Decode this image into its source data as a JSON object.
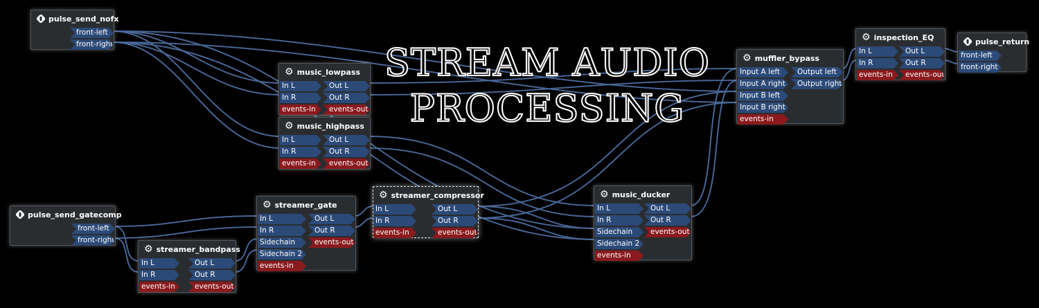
{
  "banner": {
    "line1": "STREAM AUDIO",
    "line2": "PROCESSING"
  },
  "colors": {
    "audio_port": "#2c4a78",
    "event_port": "#8a1a1e",
    "wire": "#4a6a9c",
    "node_bg": "#2a2d30",
    "background": "#000000"
  },
  "nodes": {
    "pulse_send_nofx": {
      "title": "pulse_send_nofx",
      "icon": "plug-icon",
      "out1": "front-left",
      "out2": "front-right"
    },
    "pulse_send_gatecomp": {
      "title": "pulse_send_gatecomp",
      "icon": "plug-icon",
      "out1": "front-left",
      "out2": "front-right"
    },
    "music_lowpass": {
      "title": "music_lowpass",
      "icon": "gear-icon",
      "in1": "In L",
      "in2": "In R",
      "out1": "Out L",
      "out2": "Out R",
      "ev_in": "events-in",
      "ev_out": "events-out"
    },
    "music_highpass": {
      "title": "music_highpass",
      "icon": "gear-icon",
      "in1": "In L",
      "in2": "In R",
      "out1": "Out L",
      "out2": "Out R",
      "ev_in": "events-in",
      "ev_out": "events-out"
    },
    "streamer_gate": {
      "title": "streamer_gate",
      "icon": "gear-icon",
      "in1": "In L",
      "in2": "In R",
      "in3": "Sidechain",
      "in4": "Sidechain 2",
      "out1": "Out L",
      "out2": "Out R",
      "ev_in": "events-in",
      "ev_out": "events-out"
    },
    "streamer_bandpass": {
      "title": "streamer_bandpass",
      "icon": "gear-icon",
      "in1": "In L",
      "in2": "In R",
      "out1": "Out L",
      "out2": "Out R",
      "ev_in": "events-in",
      "ev_out": "events-out"
    },
    "streamer_compressor": {
      "title": "streamer_compressor",
      "icon": "gear-icon",
      "in1": "In L",
      "in2": "In R",
      "out1": "Out L",
      "out2": "Out R",
      "ev_in": "events-in",
      "ev_out": "events-out"
    },
    "music_ducker": {
      "title": "music_ducker",
      "icon": "gear-icon",
      "in1": "In L",
      "in2": "In R",
      "in3": "Sidechain",
      "in4": "Sidechain 2",
      "out1": "Out L",
      "out2": "Out R",
      "ev_in": "events-in",
      "ev_out": "events-out"
    },
    "muffler_bypass": {
      "title": "muffler_bypass",
      "icon": "gear-icon",
      "in1": "Input A left",
      "in2": "Input A right",
      "in3": "Input B left",
      "in4": "Input B right",
      "out1": "Output left",
      "out2": "Output right",
      "ev_in": "events-in"
    },
    "inspection_eq": {
      "title": "inspection_EQ",
      "icon": "gear-icon",
      "in1": "In L",
      "in2": "In R",
      "out1": "Out L",
      "out2": "Out R",
      "ev_in": "events-in",
      "ev_out": "events-out"
    },
    "pulse_return": {
      "title": "pulse_return",
      "icon": "plug-icon",
      "in1": "front-left",
      "in2": "front-right"
    }
  }
}
